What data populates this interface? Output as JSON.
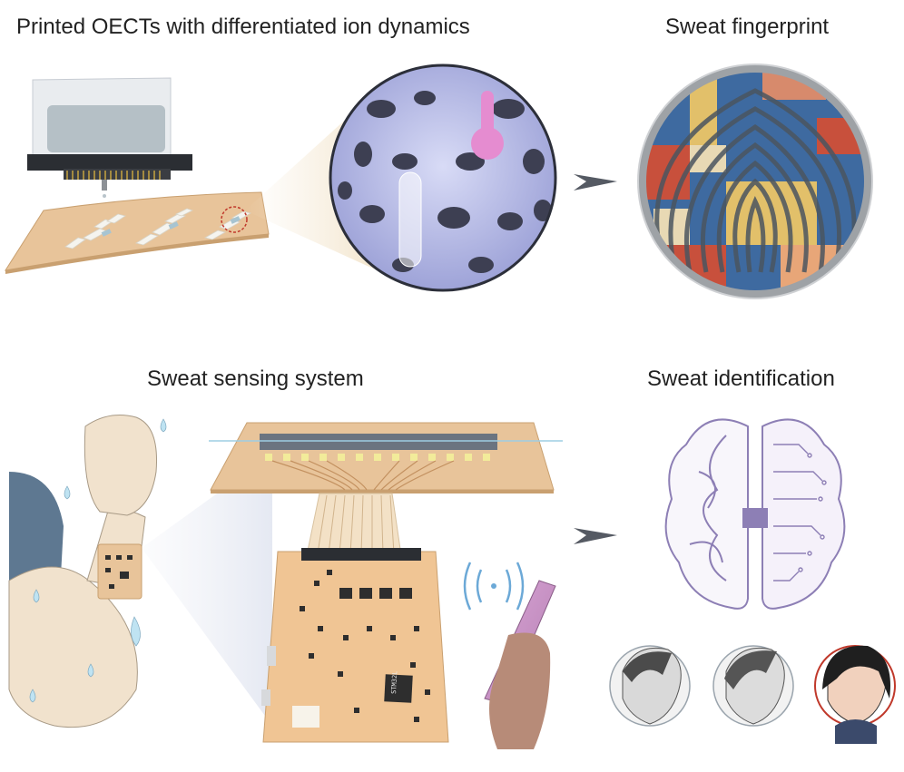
{
  "titles": {
    "printed_oects": "Printed OECTs with differentiated ion dynamics",
    "fingerprint": "Sweat fingerprint",
    "sensing_system": "Sweat sensing system",
    "identification": "Sweat identification"
  },
  "pcb": {
    "chip_label": "STM32L"
  },
  "colors": {
    "substrate": "#e8c49a",
    "substrate_edge": "#c9a070",
    "porous": "#b9bde6",
    "pink_ion": "#e58cd0",
    "arrow": "#555a63",
    "brain_line": "#8d7fb5",
    "fingerprint_blue": "#3e6aa0",
    "fingerprint_red": "#c8503c",
    "fingerprint_yellow": "#e2c06a"
  }
}
